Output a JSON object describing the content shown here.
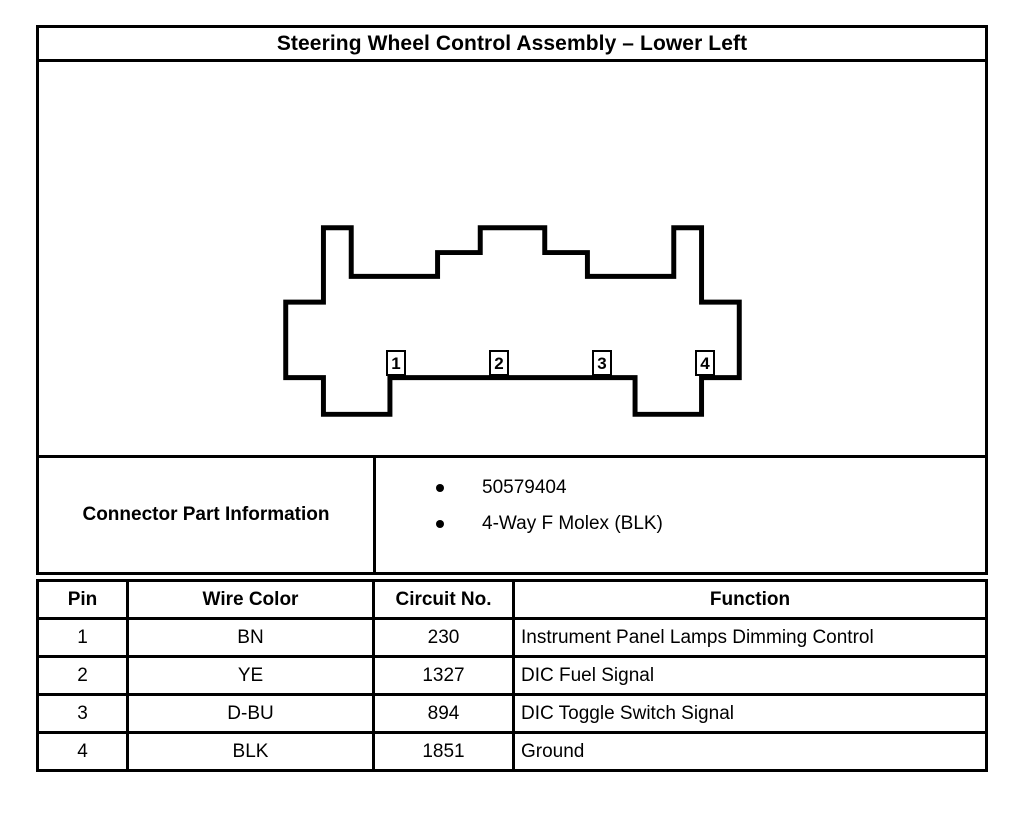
{
  "title": "Steering Wheel Control Assembly – Lower Left",
  "diagram": {
    "name": "connector-face-view",
    "pins": [
      {
        "label": "1"
      },
      {
        "label": "2"
      },
      {
        "label": "3"
      },
      {
        "label": "4"
      }
    ]
  },
  "part_info": {
    "label": "Connector Part Information",
    "items": [
      "50579404",
      "4-Way F Molex (BLK)"
    ]
  },
  "pin_table": {
    "headers": {
      "pin": "Pin",
      "wire_color": "Wire Color",
      "circuit_no": "Circuit No.",
      "function": "Function"
    },
    "rows": [
      {
        "pin": "1",
        "wire_color": "BN",
        "circuit_no": "230",
        "function": "Instrument Panel Lamps Dimming Control"
      },
      {
        "pin": "2",
        "wire_color": "YE",
        "circuit_no": "1327",
        "function": "DIC Fuel Signal"
      },
      {
        "pin": "3",
        "wire_color": "D-BU",
        "circuit_no": "894",
        "function": "DIC Toggle Switch Signal"
      },
      {
        "pin": "4",
        "wire_color": "BLK",
        "circuit_no": "1851",
        "function": "Ground"
      }
    ]
  },
  "colors": {
    "line": "#000000",
    "background": "#ffffff"
  }
}
